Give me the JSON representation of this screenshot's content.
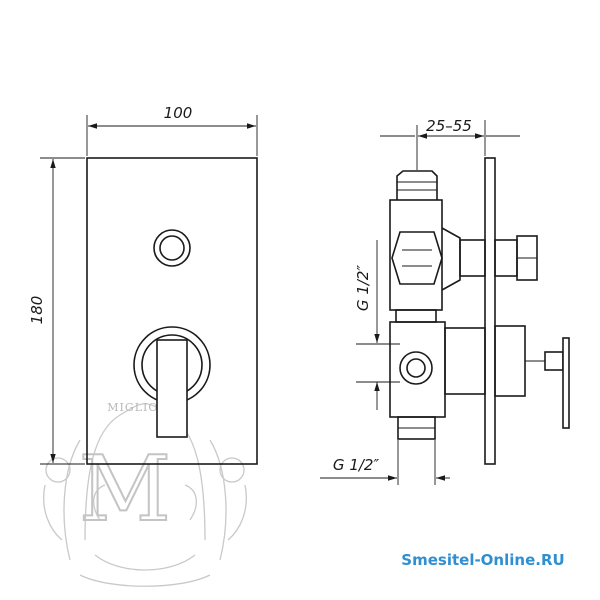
{
  "dimensions": {
    "width": "100",
    "height": "180",
    "depth": "25–55",
    "thread_upper": "G 1/2″",
    "thread_lower": "G 1/2″"
  },
  "watermark": {
    "brand": "MIGLIORE",
    "monogram": "M"
  },
  "website": "Smesitel-Online.RU",
  "colors": {
    "line": "#1a1a1a",
    "watermark": "#c9c9c9",
    "website": "#2f8fd0"
  }
}
